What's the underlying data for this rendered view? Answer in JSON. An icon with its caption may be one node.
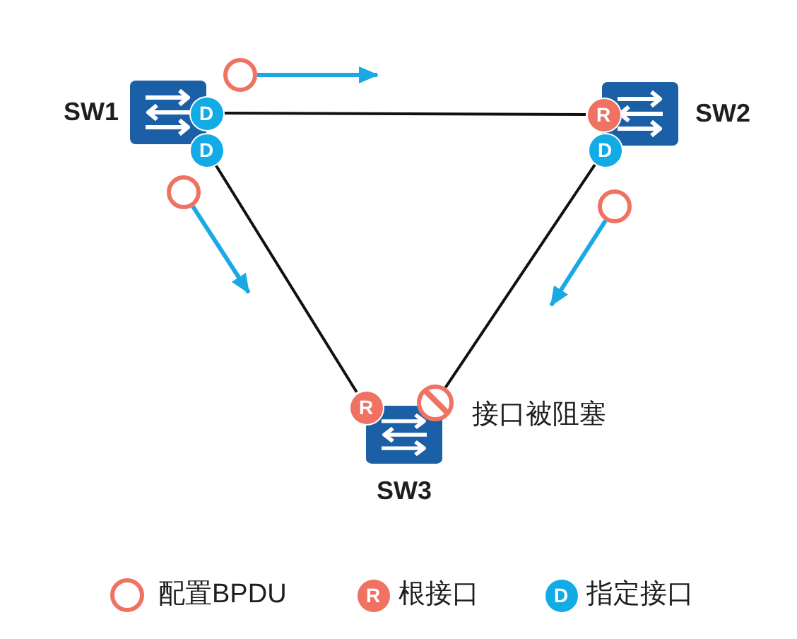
{
  "diagram": {
    "nodes": [
      {
        "text": [
          "SW1"
        ]
      },
      {
        "text": [
          "D"
        ]
      },
      {
        "text": [
          "D"
        ]
      },
      {
        "text": [
          "SW2"
        ]
      },
      {
        "text": [
          "R"
        ]
      },
      {
        "text": [
          "D"
        ]
      },
      {
        "text": [
          "SW3"
        ]
      },
      {
        "text": [
          "R"
        ]
      },
      {
        "text": [],
        "shape": "circle",
        "beside": [
          "接口被阻塞"
        ]
      },
      {
        "text": [],
        "shape": "circle"
      },
      {
        "text": [],
        "shape": "circle"
      },
      {
        "text": [],
        "shape": "circle"
      }
    ],
    "edges": [
      {
        "from": 1,
        "to": 4,
        "arrow": "none"
      },
      {
        "from": 2,
        "to": 7,
        "arrow": "none"
      },
      {
        "from": 5,
        "to": 8,
        "arrow": "none"
      },
      {
        "from": 9,
        "to": null,
        "arrow": "to",
        "color": "#1aa9e4"
      },
      {
        "from": 10,
        "to": null,
        "arrow": "to",
        "color": "#1aa9e4"
      },
      {
        "from": 11,
        "to": null,
        "arrow": "to",
        "color": "#1aa9e4"
      }
    ],
    "labels": [
      "R",
      "D"
    ],
    "legend": [
      {
        "text": "配置BPDU"
      },
      {
        "text": "根接口",
        "color": "#ef7262"
      },
      {
        "text": "指定接口",
        "color": "#12abe6"
      }
    ]
  }
}
